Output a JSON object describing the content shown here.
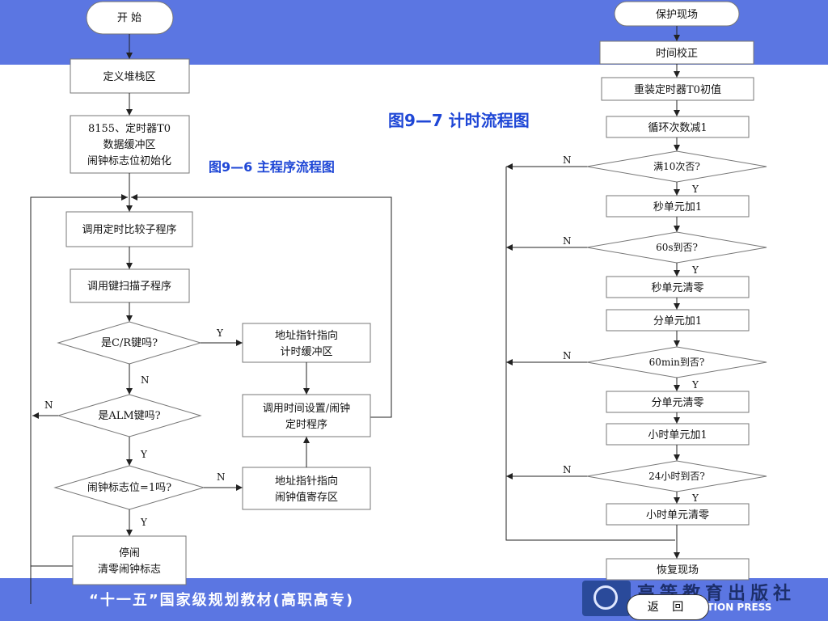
{
  "left_chart": {
    "caption": "图9—6  主程序流程图",
    "start": "开 始",
    "define_stack": "定义堆栈区",
    "init_line1": "8155、定时器T0",
    "init_line2": "数据缓冲区",
    "init_line3": "闹钟标志位初始化",
    "call_compare": "调用定时比较子程序",
    "call_keyscan": "调用键扫描子程序",
    "is_cr": "是C/R键吗?",
    "is_alm": "是ALM键吗?",
    "alarm_flag": "闹钟标志位=1吗?",
    "addr_timer_line1": "地址指针指向",
    "addr_timer_line2": "计时缓冲区",
    "set_time_line1": "调用时间设置/闹钟",
    "set_time_line2": "定时程序",
    "addr_alarm_line1": "地址指针指向",
    "addr_alarm_line2": "闹钟值寄存区",
    "stop_line1": "停闹",
    "stop_line2": "清零闹钟标志",
    "yes": "Y",
    "no": "N"
  },
  "right_chart": {
    "caption": "图9—7  计时流程图",
    "save_context": "保护现场",
    "time_adjust": "时间校正",
    "reload_t0": "重装定时器T0初值",
    "loop_dec": "循环次数减1",
    "full10": "满10次否?",
    "sec_add": "秒单元加1",
    "sec60": "60s到否?",
    "sec_clear": "秒单元清零",
    "min_add": "分单元加1",
    "min60": "60min到否?",
    "min_clear": "分单元清零",
    "hour_add": "小时单元加1",
    "hour24": "24小时到否?",
    "hour_clear": "小时单元清零",
    "restore_context": "恢复现场",
    "yes": "Y",
    "no": "N"
  },
  "footer": {
    "series": "“十一五”国家级规划教材(高职高专)",
    "publisher_name": "高等教育出版社",
    "publisher_en": "ATION PRESS",
    "back_button": "返 回"
  },
  "colors": {
    "band": "#5b76e2",
    "caption": "#1f47d6"
  }
}
